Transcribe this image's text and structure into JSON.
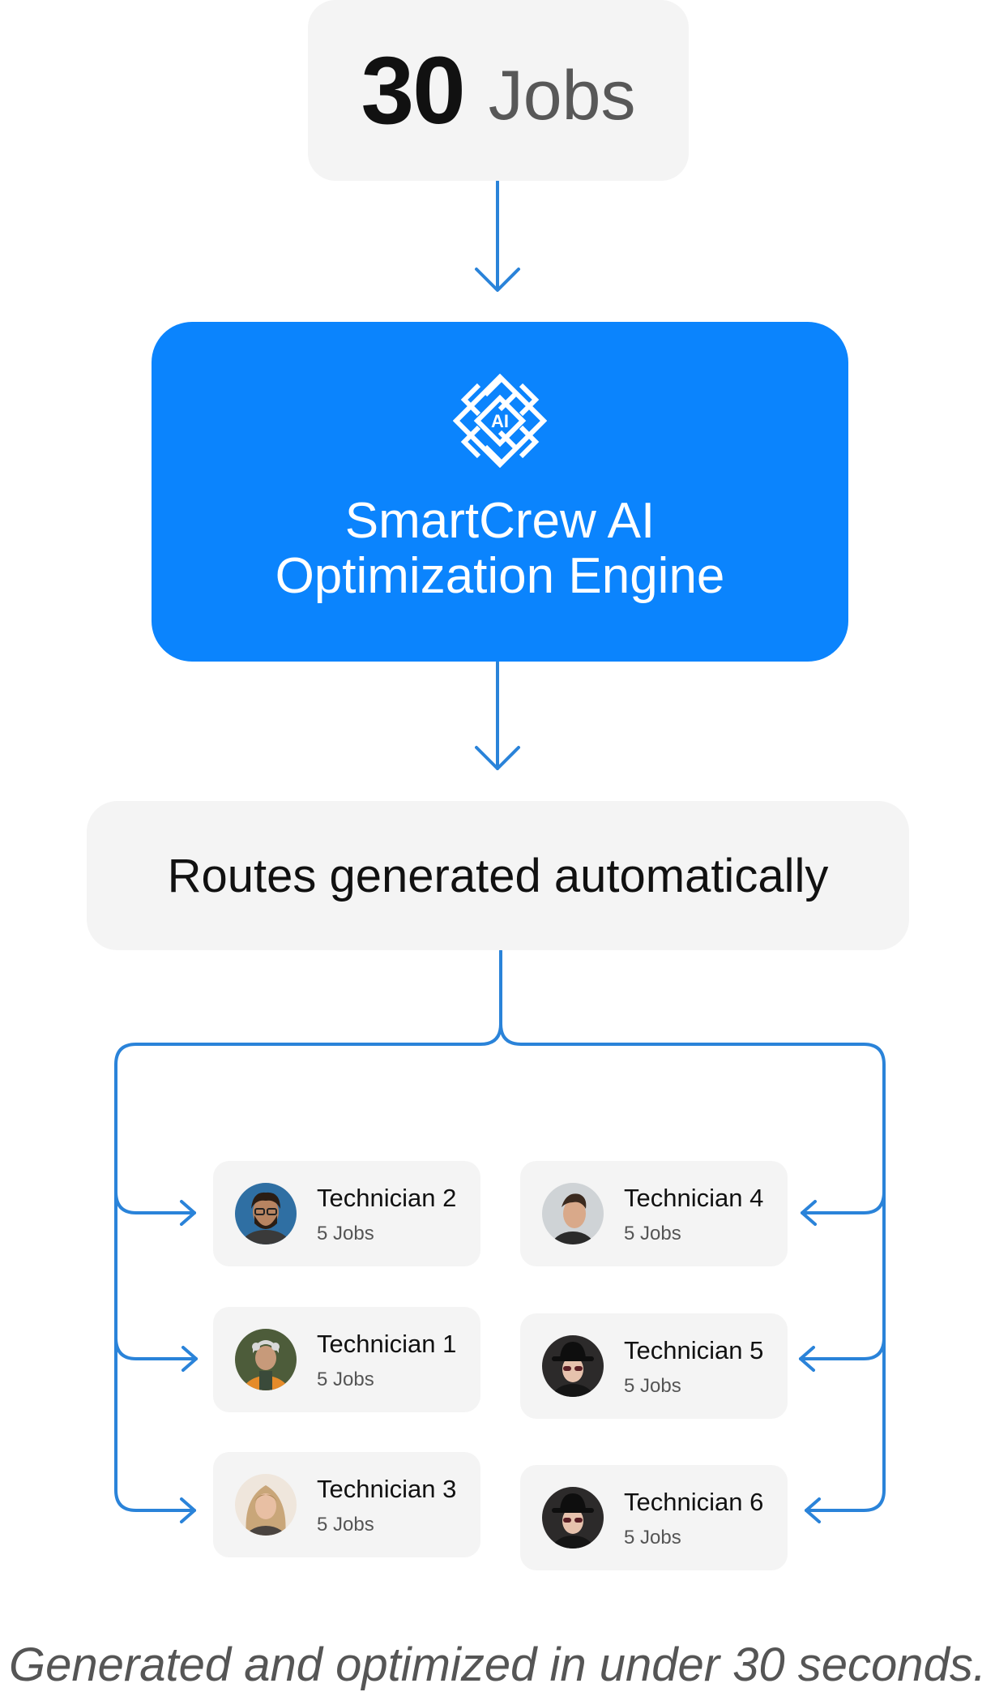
{
  "input": {
    "count": "30",
    "label": "Jobs"
  },
  "engine": {
    "icon": "ai-logo-icon",
    "icon_text": "AI",
    "title_line1": "SmartCrew AI",
    "title_line2": "Optimization Engine",
    "color": "#0b84fd"
  },
  "routes": {
    "label": "Routes generated automatically"
  },
  "technicians": [
    {
      "name": "Technician 2",
      "jobs": "5 Jobs"
    },
    {
      "name": "Technician 1",
      "jobs": "5 Jobs"
    },
    {
      "name": "Technician 3",
      "jobs": "5 Jobs"
    },
    {
      "name": "Technician 4",
      "jobs": "5 Jobs"
    },
    {
      "name": "Technician 5",
      "jobs": "5 Jobs"
    },
    {
      "name": "Technician 6",
      "jobs": "5 Jobs"
    }
  ],
  "footer": {
    "text": "Generated and optimized in under 30 seconds."
  },
  "colors": {
    "connector": "#2a83d9",
    "card_bg": "#f4f4f4",
    "accent": "#0b84fd"
  }
}
